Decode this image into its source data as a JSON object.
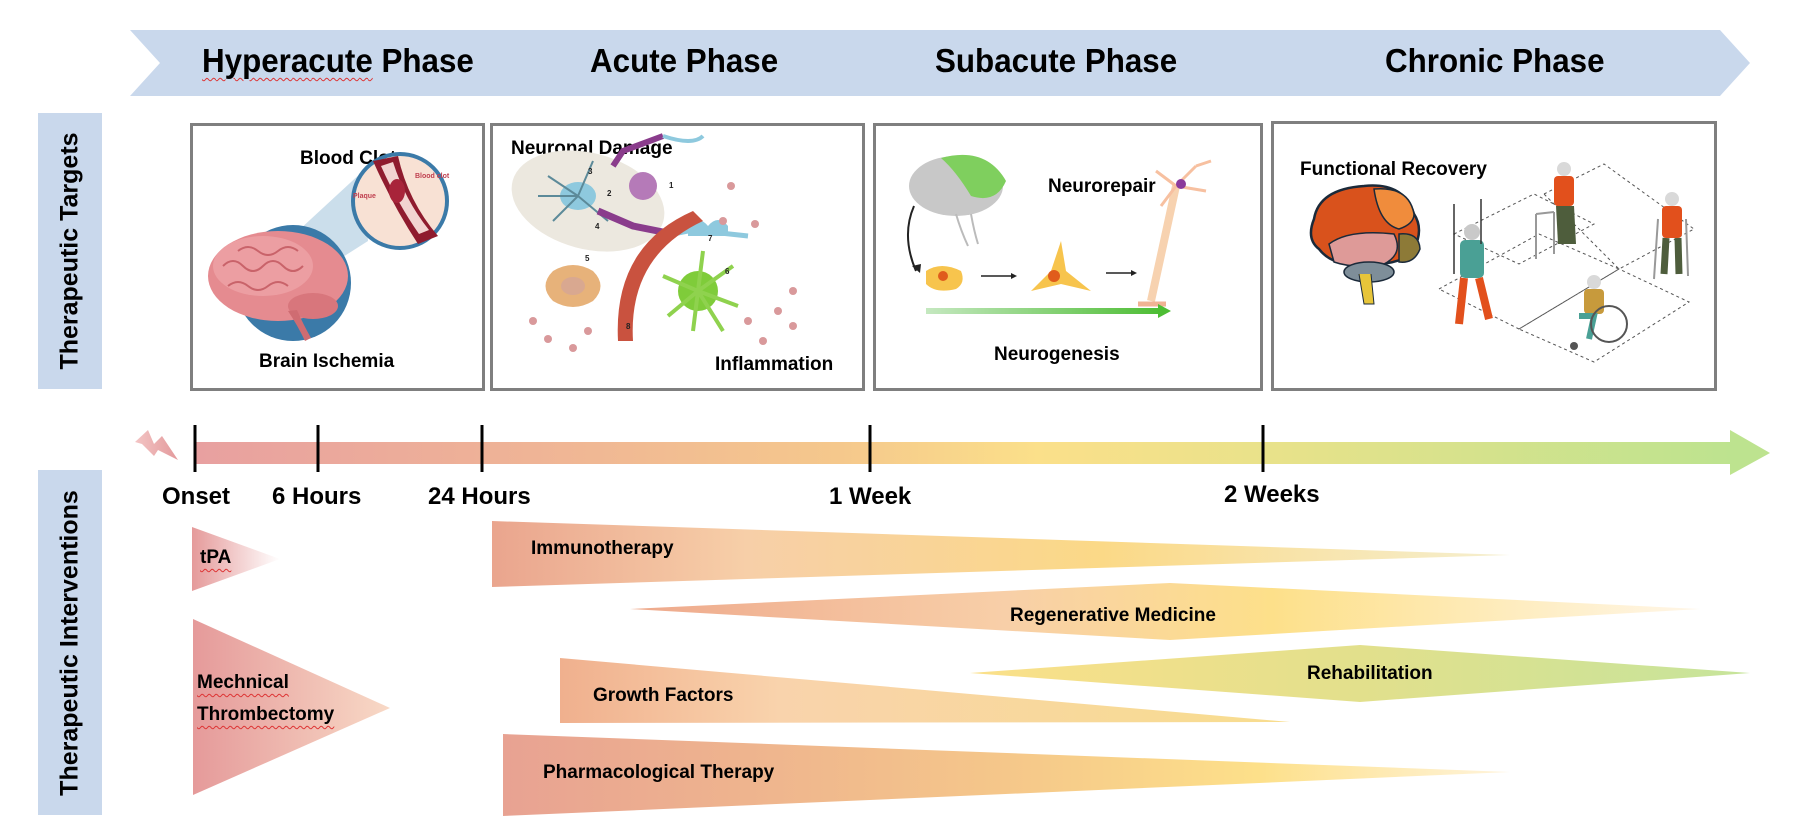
{
  "phases": [
    {
      "label": "Hyperacute Phase",
      "spellcheck_flag": "Hyperacute"
    },
    {
      "label": "Acute Phase"
    },
    {
      "label": "Subacute Phase"
    },
    {
      "label": "Chronic Phase"
    }
  ],
  "colors": {
    "banner": "#c9d8ec",
    "side_label_bg": "#c9d8ec",
    "box_border": "#7f7f7f",
    "timeline_start": "#e8a0a0",
    "timeline_mid": "#f2bc8c",
    "timeline_yellow": "#fbe08a",
    "timeline_end": "#bde38f",
    "tick": "#000000"
  },
  "side_labels": {
    "targets": "Therapeutic Targets",
    "interventions": "Therapeutic Interventions"
  },
  "targets": [
    {
      "phase": "Hyperacute Phase",
      "labels": {
        "top": "Blood Clot",
        "bottom": "Brain Ischemia"
      },
      "inset_labels": {
        "plaque": "Plaque",
        "clot": "Blood clot"
      },
      "icons": [
        "brain-icon",
        "blood-vessel-clot-icon"
      ]
    },
    {
      "phase": "Acute Phase",
      "labels": {
        "top": "Neuronal Damage",
        "bottom": "Inflammation"
      },
      "cell_numbers": [
        "1",
        "2",
        "3",
        "4",
        "5",
        "6",
        "7",
        "8"
      ],
      "icons": [
        "neuron-icon",
        "astrocyte-icon",
        "microglia-icon",
        "macrophage-icon",
        "blood-vessel-icon",
        "cytokine-icon"
      ]
    },
    {
      "phase": "Subacute Phase",
      "labels": {
        "top": "Neurorepair",
        "bottom": "Neurogenesis"
      },
      "icons": [
        "brain-icon",
        "stem-cell-icon",
        "neuroblast-icon",
        "mature-neuron-icon",
        "green-arrow-icon"
      ]
    },
    {
      "phase": "Chronic Phase",
      "labels": {
        "top": "Functional Recovery"
      },
      "icons": [
        "colored-brain-icon",
        "rehabilitation-patients-icon",
        "walker-icon",
        "wheelchair-icon",
        "crutches-icon"
      ]
    }
  ],
  "timeline": {
    "onset_icon": "lightning-icon",
    "ticks": [
      {
        "label": "Onset"
      },
      {
        "label": "6 Hours"
      },
      {
        "label": "24 Hours"
      },
      {
        "label": "1 Week"
      },
      {
        "label": "2 Weeks"
      }
    ]
  },
  "interventions": [
    {
      "label": "tPA",
      "spellcheck_flag": true,
      "start": "Onset",
      "end": "~6 Hours",
      "shape": "right-taper"
    },
    {
      "label_lines": [
        "Mechnical",
        "Thrombectomy"
      ],
      "spellcheck_flag": true,
      "start": "Onset",
      "end": "~24 Hours",
      "shape": "right-taper"
    },
    {
      "label": "Immunotherapy",
      "start": "24 Hours",
      "end": "Chronic Phase",
      "shape": "right-taper"
    },
    {
      "label": "Regenerative Medicine",
      "start": "Acute Phase",
      "end": "Chronic Phase",
      "shape": "diamond"
    },
    {
      "label": "Rehabilitation",
      "start": "1 Week",
      "end": "Chronic Phase",
      "shape": "diamond"
    },
    {
      "label": "Growth Factors",
      "start": "24 Hours",
      "end": "~2 Weeks",
      "shape": "right-taper"
    },
    {
      "label": "Pharmacological Therapy",
      "start": "24 Hours",
      "end": "Chronic Phase",
      "shape": "right-taper"
    }
  ]
}
